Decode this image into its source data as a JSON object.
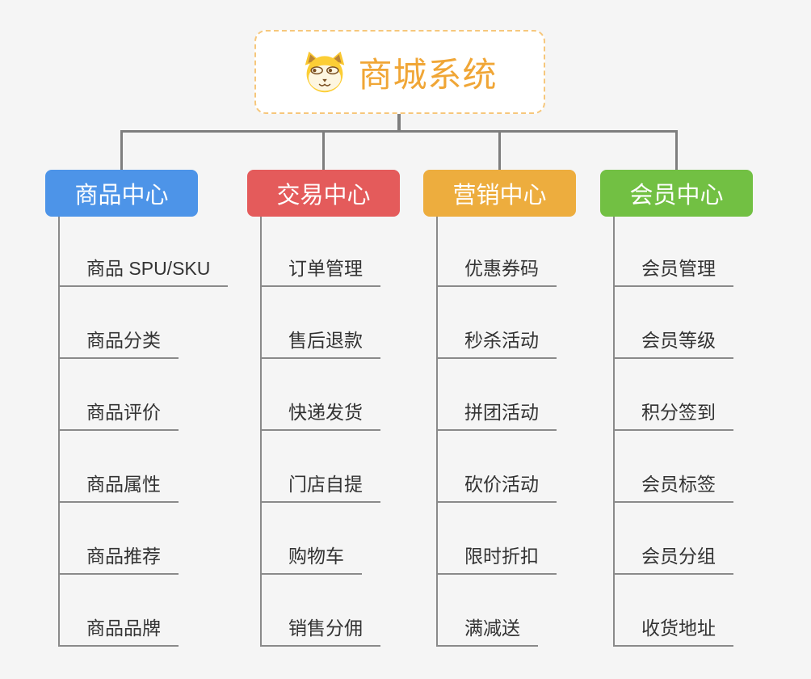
{
  "root": {
    "title": "商城系统",
    "icon": "shiba-dog-icon",
    "text_color": "#f0a636",
    "border_color": "#f6c77c"
  },
  "connector_color": "#7e7e7e",
  "underline_color": "#8a8a8a",
  "item_text_color": "#333333",
  "background_color": "#f5f5f5",
  "branches": [
    {
      "label": "商品中心",
      "color": "#4d94e8",
      "children": [
        "商品 SPU/SKU",
        "商品分类",
        "商品评价",
        "商品属性",
        "商品推荐",
        "商品品牌"
      ]
    },
    {
      "label": "交易中心",
      "color": "#e45b5b",
      "children": [
        "订单管理",
        "售后退款",
        "快递发货",
        "门店自提",
        "购物车",
        "销售分佣"
      ]
    },
    {
      "label": "营销中心",
      "color": "#edad3e",
      "children": [
        "优惠券码",
        "秒杀活动",
        "拼团活动",
        "砍价活动",
        "限时折扣",
        "满减送"
      ]
    },
    {
      "label": "会员中心",
      "color": "#72c043",
      "children": [
        "会员管理",
        "会员等级",
        "积分签到",
        "会员标签",
        "会员分组",
        "收货地址"
      ]
    }
  ]
}
